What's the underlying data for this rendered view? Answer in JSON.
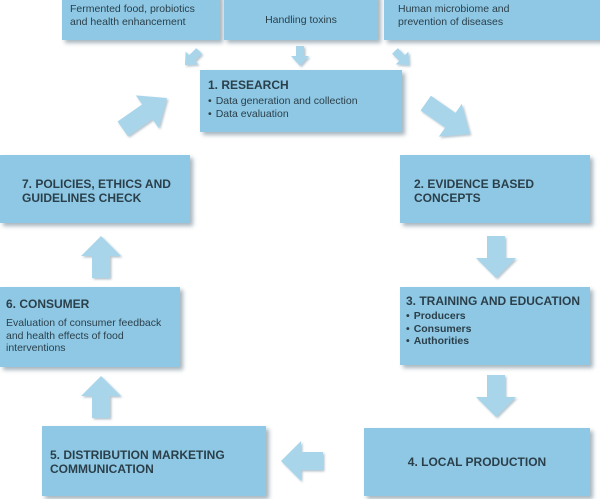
{
  "top_inputs": [
    {
      "text": "Fermented food, probiotics and health enhancement"
    },
    {
      "text": "Handling toxins"
    },
    {
      "text": "Human microbiome and prevention of diseases"
    }
  ],
  "steps": {
    "research": {
      "title": "1. RESEARCH",
      "bullets": [
        "Data generation and collection",
        "Data evaluation"
      ]
    },
    "evidence": {
      "title": "2. EVIDENCE BASED CONCEPTS"
    },
    "training": {
      "title": "3. TRAINING AND EDUCATION",
      "bullets": [
        "Producers",
        "Consumers",
        "Authorities"
      ]
    },
    "local_production": {
      "title": "4. LOCAL PRODUCTION"
    },
    "distribution": {
      "title": "5. DISTRIBUTION MARKETING COMMUNICATION"
    },
    "consumer": {
      "title": "6. CONSUMER",
      "description": "Evaluation of consumer feedback and health effects of food interventions"
    },
    "policies": {
      "title": "7. POLICIES, ETHICS AND GUIDELINES CHECK"
    }
  },
  "colors": {
    "box": "#8fc8e4",
    "arrow": "#a9d5eb",
    "text": "#2a3f4a"
  }
}
